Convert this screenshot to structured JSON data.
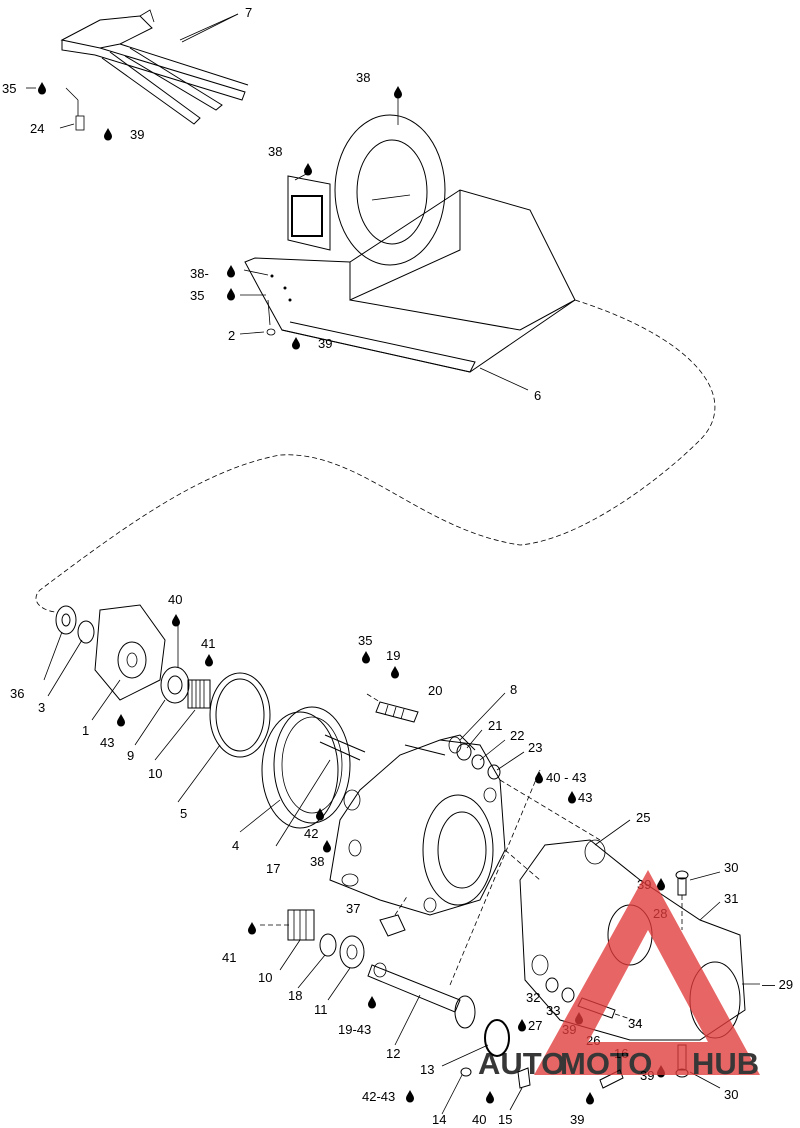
{
  "diagram": {
    "callouts": {
      "c7": "7",
      "c35a": "35",
      "c24": "24",
      "c39a": "39",
      "c38a": "38",
      "c38b": "38",
      "c38c": "38-",
      "c35b": "35",
      "c2": "2",
      "c39b": "39",
      "c6": "6",
      "c40a": "40",
      "c41a": "41",
      "c36": "36",
      "c3": "3",
      "c1": "1",
      "c43a": "43",
      "c9": "9",
      "c10a": "10",
      "c35c": "35",
      "c19a": "19",
      "c20": "20",
      "c8": "8",
      "c21": "21",
      "c22": "22",
      "c23": "23",
      "c40_43": "40 - 43",
      "c43b": "43",
      "c5": "5",
      "c4": "4",
      "c17": "17",
      "c42a": "42",
      "c38d": "38",
      "c25": "25",
      "c30a": "30",
      "c39c": "39",
      "c28": "28",
      "c31": "31",
      "c29": "29",
      "c37": "37",
      "c41b": "41",
      "c10b": "10",
      "c18": "18",
      "c11": "11",
      "c19_43": "19-43",
      "c12": "12",
      "c32": "32",
      "c33": "33",
      "c39d": "39",
      "c34": "34",
      "c27": "27",
      "c26": "26",
      "c16": "16",
      "c13": "13",
      "c42_43": "42-43",
      "c14": "14",
      "c40b": "40",
      "c15": "15",
      "c39e": "39",
      "c39f": "39",
      "c30b": "30"
    }
  },
  "watermark": {
    "brand_part1": "AUTO",
    "brand_part2": "MOTO",
    "brand_part3": "HUB",
    "color_red": "#e03a3a",
    "color_orange": "#f2a33a",
    "color_grey": "#8c8c8c"
  }
}
